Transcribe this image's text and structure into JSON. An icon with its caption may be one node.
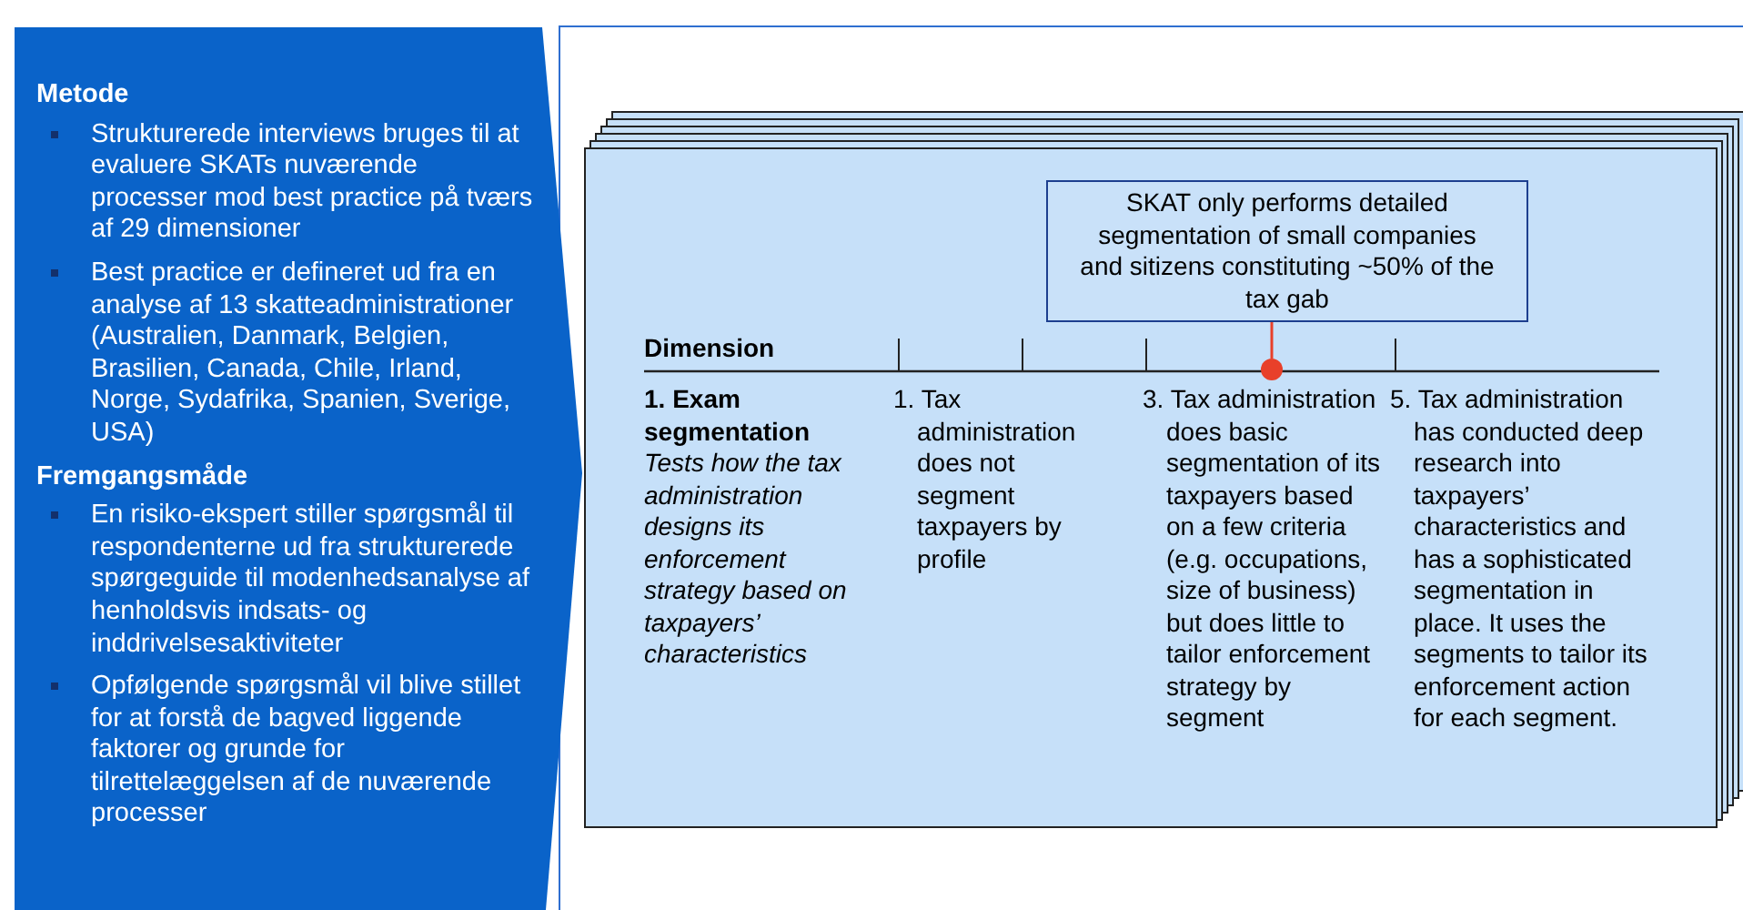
{
  "diagram": {
    "nodes": [
      {
        "text": [
          "Metode",
          "Strukturerede interviews bruges til at evaluere SKATs nuværende processer mod best practice på tværs af 29 dimensioner",
          "Best practice er defineret ud fra en analyse af 13 skatteadministrationer (Australien, Danmark, Belgien, Brasilien, Canada, Chile, Irland, Norge, Sydafrika, Spanien, Sverige, USA)",
          "Fremgangsmåde",
          "En risiko-ekspert stiller spørgsmål til respondenterne ud fra strukturerede spørgeguide til modenhedsanalyse af henholdsvis indsats- og inddrivelsesaktiviteter",
          "Opfølgende spørgsmål vil blive stillet for at forstå de bagved liggende faktorer og grunde for tilrettelæggelsen af de nuværende processer"
        ]
      },
      {
        "text": [],
        "shape": "box"
      },
      {
        "text": [
          "SKAT only performs detailed segmentation of small companies and sitizens constituting ~50% of the tax gab"
        ],
        "in": 1
      },
      {
        "text": [],
        "shape": "circle",
        "in": 1
      }
    ],
    "edges": [
      {
        "from": 2,
        "to": 3,
        "arrow": "none",
        "color": "#e8402a"
      }
    ],
    "labels": [
      "Dimension",
      "1. Exam segmentation",
      "Tests how the tax administration designs its enforcement strategy based on taxpayers’ characteristics",
      "1. Tax administration does not segment taxpayers by profile",
      "3. Tax administration does basic segmentation of its taxpayers based on a few criteria (e.g. occupations, size of business) but does little to tailor enforcement strategy by segment",
      "5. Tax administration has conducted deep research into taxpayers’ characteristics and has a sophisticated segmentation in place. It uses the segments to tailor its enforcement action for each segment."
    ]
  }
}
